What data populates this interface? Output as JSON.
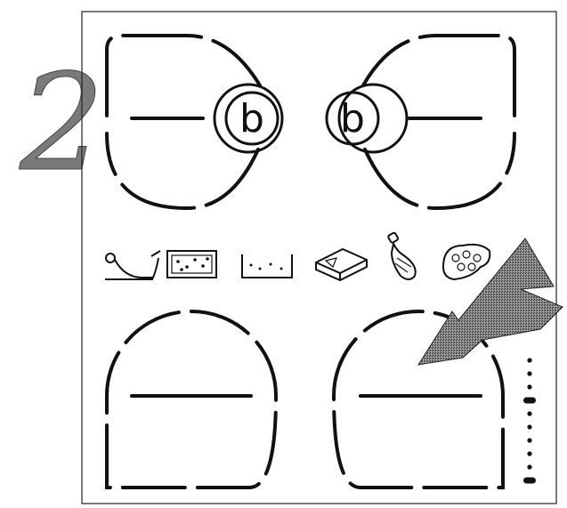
{
  "figure": {
    "number": "2",
    "ink_color": "#111111",
    "arrow_color": "#555555",
    "zones": [
      {
        "id": "rear-left",
        "badge": "b"
      },
      {
        "id": "rear-right",
        "badge": "b"
      },
      {
        "id": "front-left",
        "badge": ""
      },
      {
        "id": "front-right",
        "badge": ""
      }
    ],
    "food_icons": [
      "gravy-boat-icon",
      "baking-tray-icon",
      "saucepan-icon",
      "cake-slice-icon",
      "bottle-icon",
      "steak-icon"
    ],
    "power_scale": {
      "dots": 10,
      "active_level": 7
    }
  }
}
